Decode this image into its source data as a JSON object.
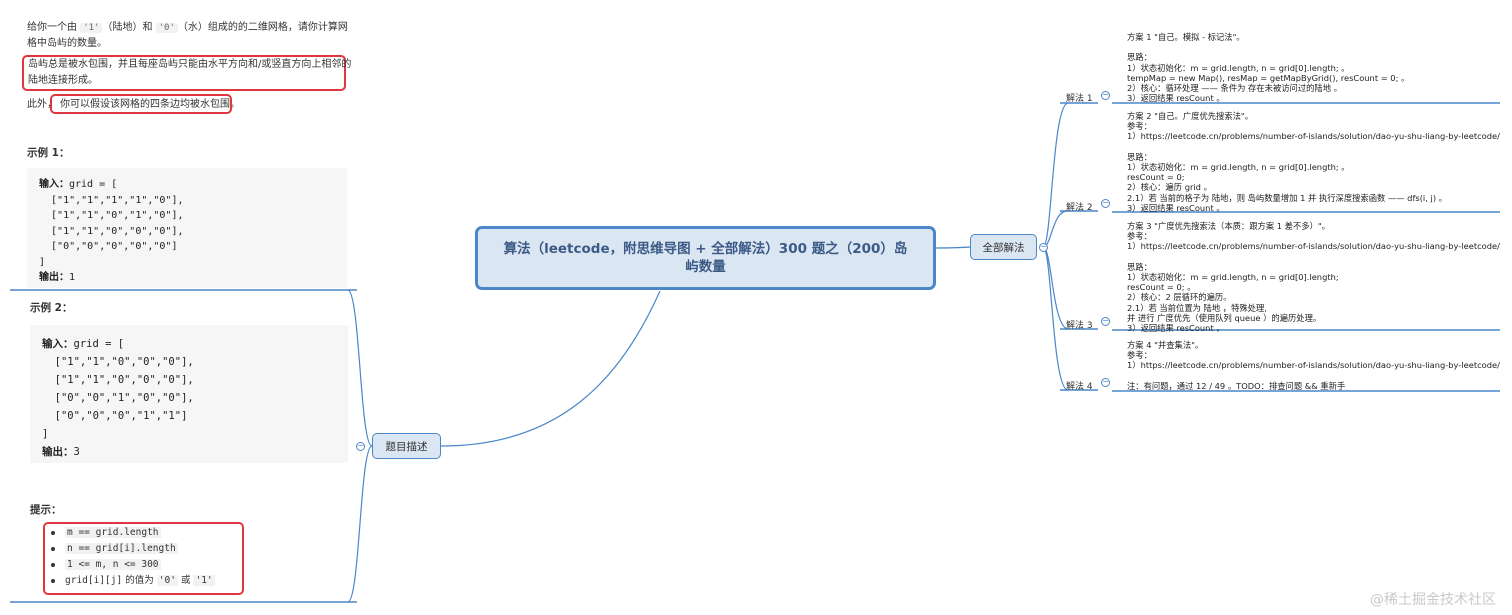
{
  "problem": {
    "intro_pre": "给你一个由 ",
    "intro_code1": "'1'",
    "intro_mid1": "（陆地）和 ",
    "intro_code2": "'0'",
    "intro_mid2": "（水）组成的的二维网格，请你计算网",
    "intro_line2": "格中岛屿的数量。",
    "rule_line1": "岛屿总是被水包围，并且每座岛屿只能由水平方向和/或竖直方向上相邻的",
    "rule_line2": "陆地连接形成。",
    "border_pre": "此外，",
    "border_text": "你可以假设该网格的四条边均被水包围。"
  },
  "example1": {
    "title": "示例 1：",
    "input_label": "输入：",
    "code_lines": [
      "grid = [",
      "  [\"1\",\"1\",\"1\",\"1\",\"0\"],",
      "  [\"1\",\"1\",\"0\",\"1\",\"0\"],",
      "  [\"1\",\"1\",\"0\",\"0\",\"0\"],",
      "  [\"0\",\"0\",\"0\",\"0\",\"0\"]",
      "]"
    ],
    "output_label": "输出：",
    "output_value": "1"
  },
  "example2": {
    "title": "示例 2：",
    "input_label": "输入：",
    "code_lines": [
      "grid = [",
      "  [\"1\",\"1\",\"0\",\"0\",\"0\"],",
      "  [\"1\",\"1\",\"0\",\"0\",\"0\"],",
      "  [\"0\",\"0\",\"1\",\"0\",\"0\"],",
      "  [\"0\",\"0\",\"0\",\"1\",\"1\"]",
      "]"
    ],
    "output_label": "输出：",
    "output_value": "3"
  },
  "hints": {
    "title": "提示：",
    "items": [
      "m == grid.length",
      "n == grid[i].length",
      "1 <= m, n <= 300"
    ],
    "last_code1": "grid[i][j]",
    "last_mid": " 的值为 ",
    "last_code2": "'0'",
    "last_or": " 或 ",
    "last_code3": "'1'"
  },
  "mindmap": {
    "central_title": "算法（leetcode，附思维导图 + 全部解法）300 题之（200）岛屿数量",
    "branch_description": "题目描述",
    "branch_all_solutions": "全部解法",
    "colors": {
      "node_border": "#4a86c8",
      "node_fill": "#dbe6f3",
      "highlight": "#e0363f"
    }
  },
  "solutions": [
    {
      "label": "解法 1",
      "text": "方案 1 \"自己。模拟 - 标记法\"。\n\n思路：\n1）状态初始化：m = grid.length, n = grid[0].length; 。\ntempMap = new Map(), resMap = getMapByGrid(), resCount = 0; 。\n2）核心：循环处理 —— 条件为 存在未被访问过的陆地 。\n3）返回结果 resCount 。"
    },
    {
      "label": "解法 2",
      "text": "方案 2 \"自己。广度优先搜索法\"。\n参考：\n1）https://leetcode.cn/problems/number-of-islands/solution/dao-yu-shu-liang-by-leetcode/\n\n思路：\n1）状态初始化：m = grid.length, n = grid[0].length; 。\nresCount = 0;\n2）核心：遍历 grid 。\n2.1）若 当前的格子为 陆地，则 岛屿数量增加 1 并 执行深度搜索函数 —— dfs(i, j) 。\n3）返回结果 resCount 。"
    },
    {
      "label": "解法 3",
      "text": "方案 3 \"广度优先搜索法（本质：跟方案 1 差不多）\"。\n参考：\n1）https://leetcode.cn/problems/number-of-islands/solution/dao-yu-shu-liang-by-leetcode/\n\n思路：\n1）状态初始化：m = grid.length, n = grid[0].length;\nresCount = 0; 。\n2）核心：2 层循环的遍历。\n2.1）若 当前位置为 陆地 ，特殊处理,\n并 进行 广度优先（使用队列 queue ）的遍历处理。\n3）返回结果 resCount 。"
    },
    {
      "label": "解法 4",
      "text": "方案 4 \"并查集法\"。\n参考：\n1）https://leetcode.cn/problems/number-of-islands/solution/dao-yu-shu-liang-by-leetcode/\n\n注：有问题，通过 12 / 49 。TODO：排查问题 && 重新手"
    }
  ],
  "watermark": "@稀土掘金技术社区"
}
